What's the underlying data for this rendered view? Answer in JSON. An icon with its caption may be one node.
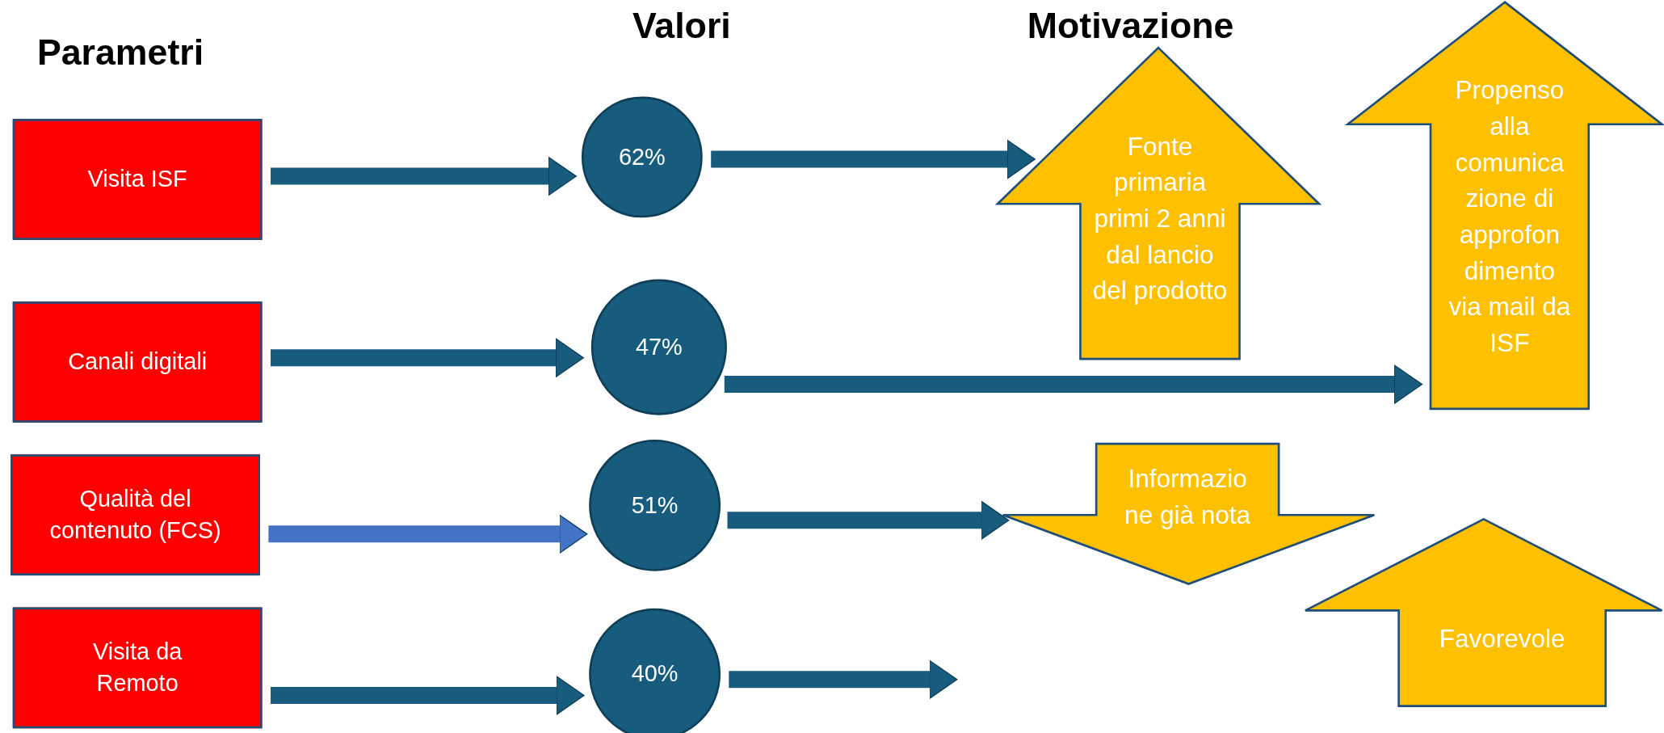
{
  "diagram": {
    "nodes": [
      {
        "text": [
          "Visita ISF"
        ]
      },
      {
        "text": [
          "Canali digitali"
        ]
      },
      {
        "text": [
          "Qualità del contenuto (FCS)"
        ]
      },
      {
        "text": [
          "Visita da Remoto"
        ]
      },
      {
        "text": [
          "62%"
        ]
      },
      {
        "text": [
          "47%"
        ]
      },
      {
        "text": [
          "51%"
        ]
      },
      {
        "text": [
          "40%"
        ]
      },
      {
        "text": [
          "Fonte primaria primi 2 anni dal lancio del prodotto"
        ]
      },
      {
        "text": [
          "Propenso alla comunica zione di approfon dimento via mail da ISF"
        ]
      },
      {
        "text": [
          "Informazio ne già nota"
        ]
      },
      {
        "text": [
          "Favorevole"
        ]
      }
    ],
    "edges": [
      {
        "from": 0,
        "to": 4,
        "arrow": "to"
      },
      {
        "from": 1,
        "to": 5,
        "arrow": "to"
      },
      {
        "from": 2,
        "to": 6,
        "arrow": "to",
        "color": "#4472c4"
      },
      {
        "from": 3,
        "to": 7,
        "arrow": "to"
      },
      {
        "from": 4,
        "to": 8,
        "arrow": "to"
      },
      {
        "from": 5,
        "to": 9,
        "arrow": "to"
      },
      {
        "from": 6,
        "to": 10,
        "arrow": "to"
      },
      {
        "from": 7,
        "to": null,
        "arrow": "to"
      }
    ],
    "labels": [
      "Parametri",
      "Valori",
      "Motivazione"
    ]
  }
}
